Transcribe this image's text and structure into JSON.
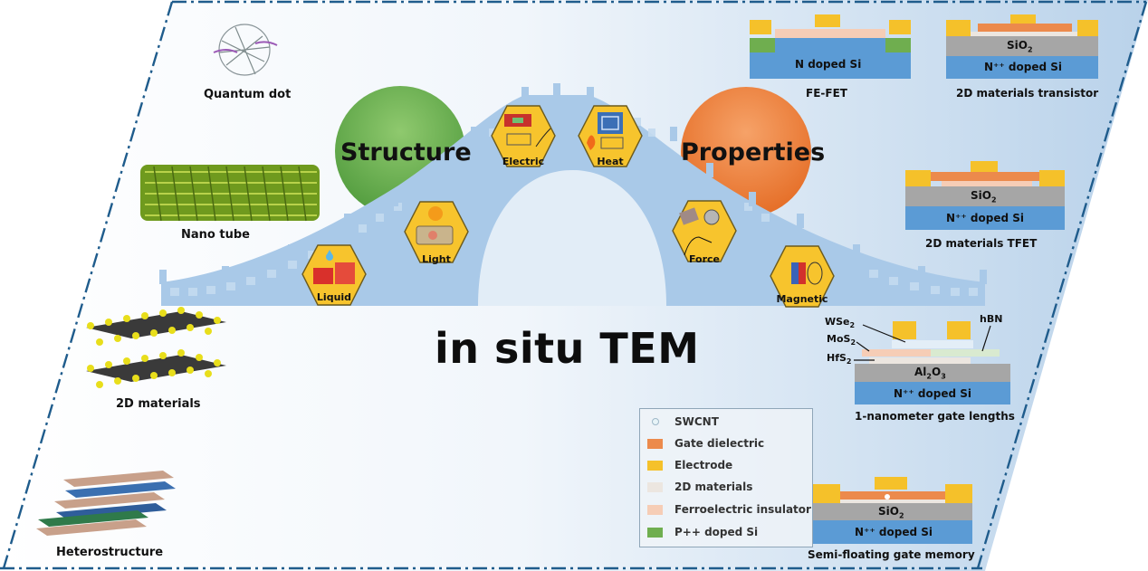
{
  "title": "in situ TEM",
  "circles": {
    "structure": "Structure",
    "properties": "Properties"
  },
  "stimuli": [
    "Liquid",
    "Light",
    "Electric",
    "Heat",
    "Force",
    "Magnetic"
  ],
  "materials": [
    "Quantum dot",
    "Nano tube",
    "2D materials",
    "Heterostructure"
  ],
  "devices": {
    "fefet": {
      "caption": "FE-FET",
      "substrate": "N doped Si"
    },
    "transistor": {
      "caption": "2D materials transistor",
      "oxide": "SiO",
      "oxide_sub": "2",
      "substrate": "N⁺⁺ doped Si"
    },
    "tfet": {
      "caption": "2D materials TFET",
      "oxide": "SiO",
      "oxide_sub": "2",
      "substrate": "N⁺⁺ doped Si"
    },
    "gate1nm": {
      "caption": "1-nanometer gate lengths",
      "oxide": "Al",
      "oxide_sub1": "2",
      "oxide_mid": "O",
      "oxide_sub2": "3",
      "substrate": "N⁺⁺ doped Si",
      "wse2": "WSe",
      "wse2_sub": "2",
      "mos2": "MoS",
      "mos2_sub": "2",
      "hfs2": "HfS",
      "hfs2_sub": "2",
      "hbn": "hBN"
    },
    "memory": {
      "caption": "Semi-floating gate memory",
      "oxide": "SiO",
      "oxide_sub": "2",
      "substrate": "N⁺⁺ doped Si"
    }
  },
  "legend": [
    {
      "label": "SWCNT",
      "color": "#e8f4f8",
      "kind": "dot"
    },
    {
      "label": "Gate dielectric",
      "color": "#ec8a4c"
    },
    {
      "label": "Electrode",
      "color": "#f5c12a"
    },
    {
      "label": "2D materials",
      "color": "#ece6e0"
    },
    {
      "label": "Ferroelectric insulator",
      "color": "#f6cdb6"
    },
    {
      "label": "P++ doped Si",
      "color": "#6fae4f"
    }
  ],
  "colors": {
    "background_panel": "#d8e6f2",
    "bridge": "#a9c9e8",
    "structure_circle": "#5fa84a",
    "properties_circle": "#ec7d35",
    "hexagon": "#f7c42d",
    "substrate": "#5b9bd5",
    "oxide": "#a6a6a6",
    "electrode": "#f5c12a",
    "dashed_border": "#1f5c8c"
  }
}
